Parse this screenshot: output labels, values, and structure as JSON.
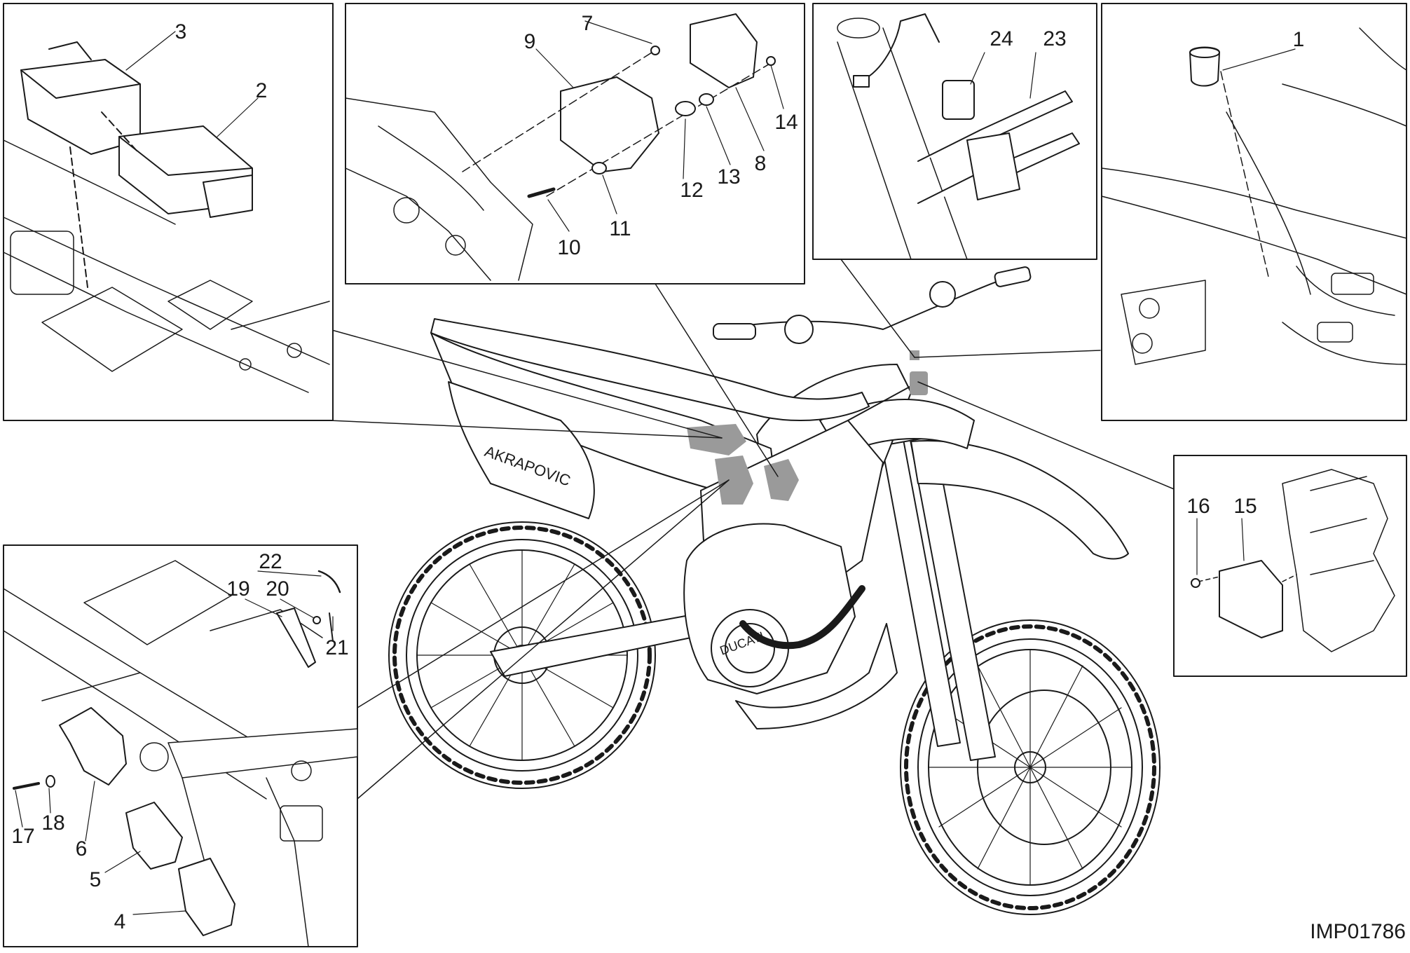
{
  "drawing_code": "IMP01786",
  "brand_marks": {
    "exhaust_decal": "AKRAPOVIC",
    "engine_case": "DUCATI"
  },
  "callouts": [
    "1",
    "2",
    "3",
    "4",
    "5",
    "6",
    "7",
    "8",
    "9",
    "10",
    "11",
    "12",
    "13",
    "14",
    "15",
    "16",
    "17",
    "18",
    "19",
    "20",
    "21",
    "22",
    "23",
    "24"
  ],
  "colors": {
    "line": "#1a1a1a",
    "highlight": "#9a9a9a",
    "fill": "#ffffff"
  }
}
